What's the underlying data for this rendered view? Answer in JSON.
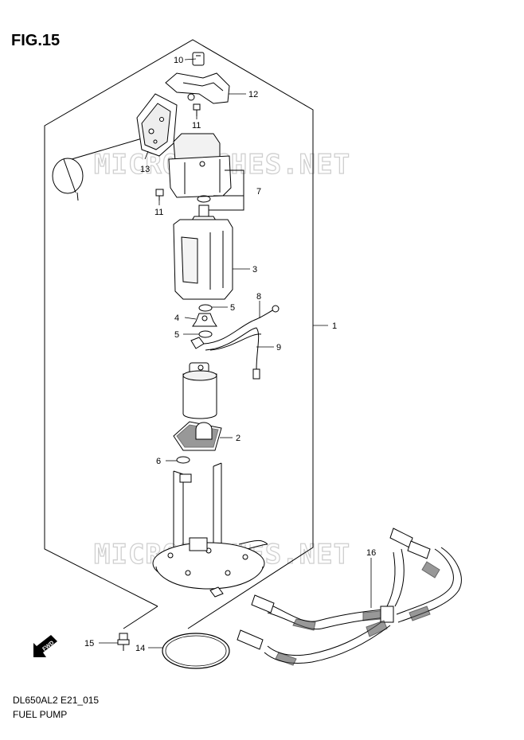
{
  "figure": {
    "title": "FIG.15",
    "code": "DL650AL2 E21_015",
    "subtitle": "FUEL PUMP"
  },
  "watermark": "MICROFICHES.NET",
  "direction_badge": "FWD",
  "callouts": {
    "c1": "1",
    "c2": "2",
    "c3": "3",
    "c4": "4",
    "c5a": "5",
    "c5b": "5",
    "c6": "6",
    "c7": "7",
    "c8": "8",
    "c9": "9",
    "c10": "10",
    "c11a": "11",
    "c11b": "11",
    "c12": "12",
    "c13": "13",
    "c14": "14",
    "c15": "15",
    "c16": "16"
  }
}
